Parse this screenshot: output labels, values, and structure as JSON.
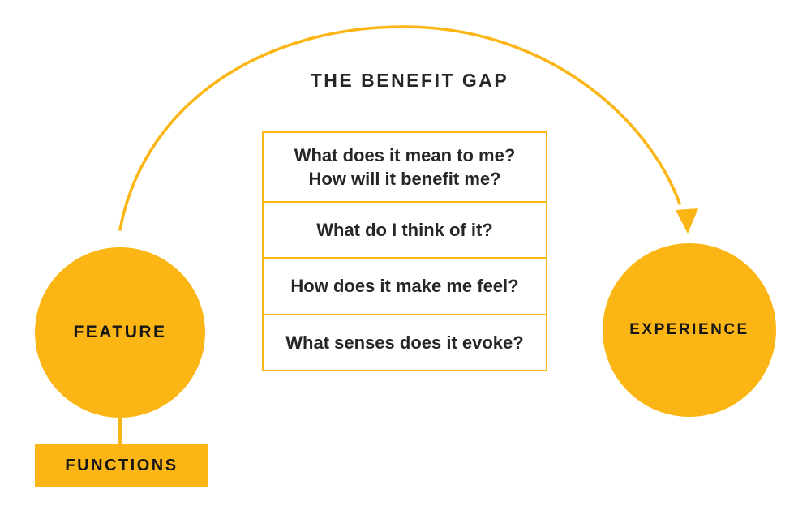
{
  "title": "THE BENEFIT GAP",
  "nodes": {
    "feature": {
      "label": "FEATURE"
    },
    "experience": {
      "label": "EXPERIENCE"
    },
    "functions": {
      "label": "FUNCTIONS"
    }
  },
  "questions": [
    {
      "text": "What does it mean to me?\nHow will it benefit me?"
    },
    {
      "text": "What do I think of it?"
    },
    {
      "text": "How does it make me feel?"
    },
    {
      "text": "What senses does it evoke?"
    }
  ],
  "colors": {
    "accent": "#FBB615",
    "text": "#262626",
    "background": "#FFFFFF"
  }
}
